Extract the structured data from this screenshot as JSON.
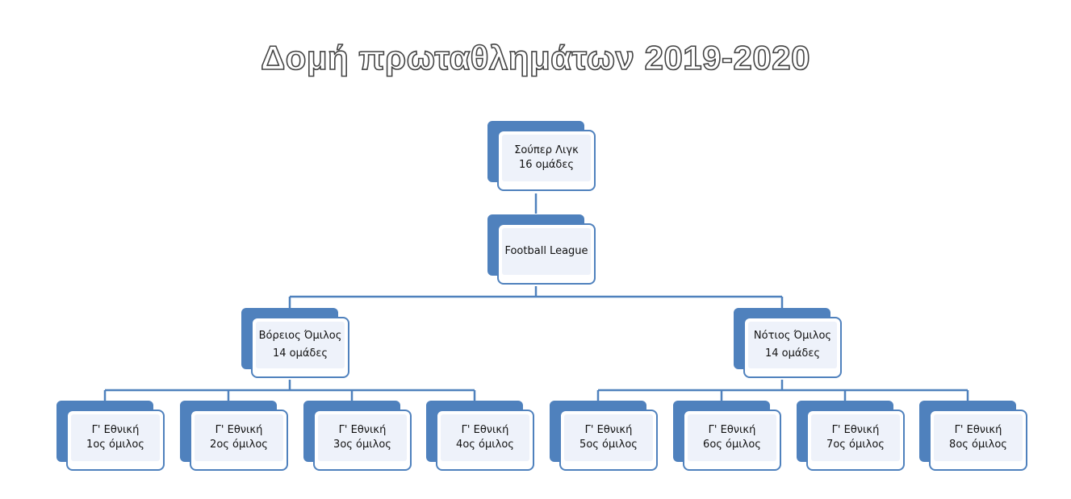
{
  "title": "Δομή πρωταθλημάτων 2019-2020",
  "nodes": {
    "superleague": {
      "line1": "Σούπερ Λιγκ",
      "line2": "16 ομάδες"
    },
    "football_league": {
      "line1": "Football League"
    },
    "north": {
      "line1": "Βόρειος Όμιλος",
      "line2": "14 ομάδες"
    },
    "south": {
      "line1": "Νότιος Όμιλος",
      "line2": "14 ομάδες"
    },
    "groups": [
      {
        "line1": "Γ' Εθνική",
        "line2": "1ος όμιλος"
      },
      {
        "line1": "Γ' Εθνική",
        "line2": "2ος όμιλος"
      },
      {
        "line1": "Γ' Εθνική",
        "line2": "3ος όμιλος"
      },
      {
        "line1": "Γ' Εθνική",
        "line2": "4ος όμιλος"
      },
      {
        "line1": "Γ' Εθνική",
        "line2": "5ος όμιλος"
      },
      {
        "line1": "Γ' Εθνική",
        "line2": "6ος όμιλος"
      },
      {
        "line1": "Γ' Εθνική",
        "line2": "7ος όμιλος"
      },
      {
        "line1": "Γ' Εθνική",
        "line2": "8ος όμιλος"
      }
    ]
  },
  "colors": {
    "accent": "#4f81bd",
    "fill": "#eef2fa"
  }
}
